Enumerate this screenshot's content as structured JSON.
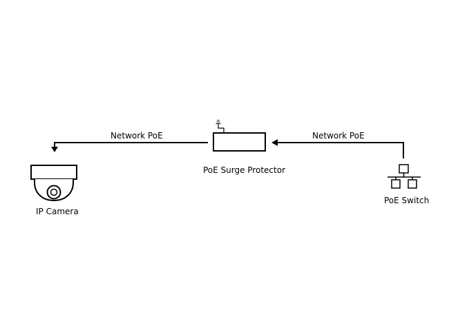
{
  "diagram": {
    "nodes": {
      "camera": {
        "label": "IP Camera",
        "icon": "dome-camera-icon"
      },
      "protector": {
        "label": "PoE Surge Protector",
        "icon": "surge-protector-icon"
      },
      "switch": {
        "label": "PoE Switch",
        "icon": "network-switch-icon"
      }
    },
    "edges": {
      "protector_to_camera": {
        "label": "Network PoE",
        "from": "PoE Surge Protector",
        "to": "IP Camera"
      },
      "switch_to_protector": {
        "label": "Network PoE",
        "from": "PoE Switch",
        "to": "PoE Surge Protector"
      }
    },
    "colors": {
      "line": "#000000",
      "background": "#ffffff"
    }
  }
}
